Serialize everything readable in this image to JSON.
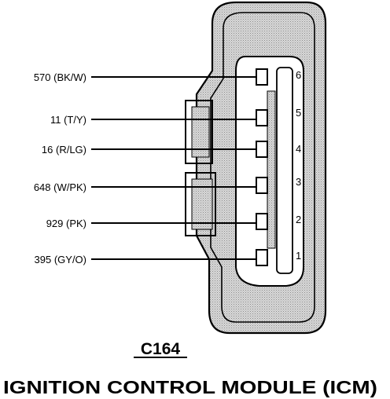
{
  "connector_id": "C164",
  "module_title": "IGNITION CONTROL MODULE (ICM)",
  "wires": [
    {
      "label": "570 (BK/W)",
      "pin": "6"
    },
    {
      "label": "11 (T/Y)",
      "pin": "5"
    },
    {
      "label": "16 (R/LG)",
      "pin": "4"
    },
    {
      "label": "648 (W/PK)",
      "pin": "3"
    },
    {
      "label": "929 (PK)",
      "pin": "2"
    },
    {
      "label": "395 (GY/O)",
      "pin": "1"
    }
  ],
  "colors": {
    "ink": "#000000",
    "shell_fill": "#c8c8c8",
    "background": "#ffffff"
  }
}
